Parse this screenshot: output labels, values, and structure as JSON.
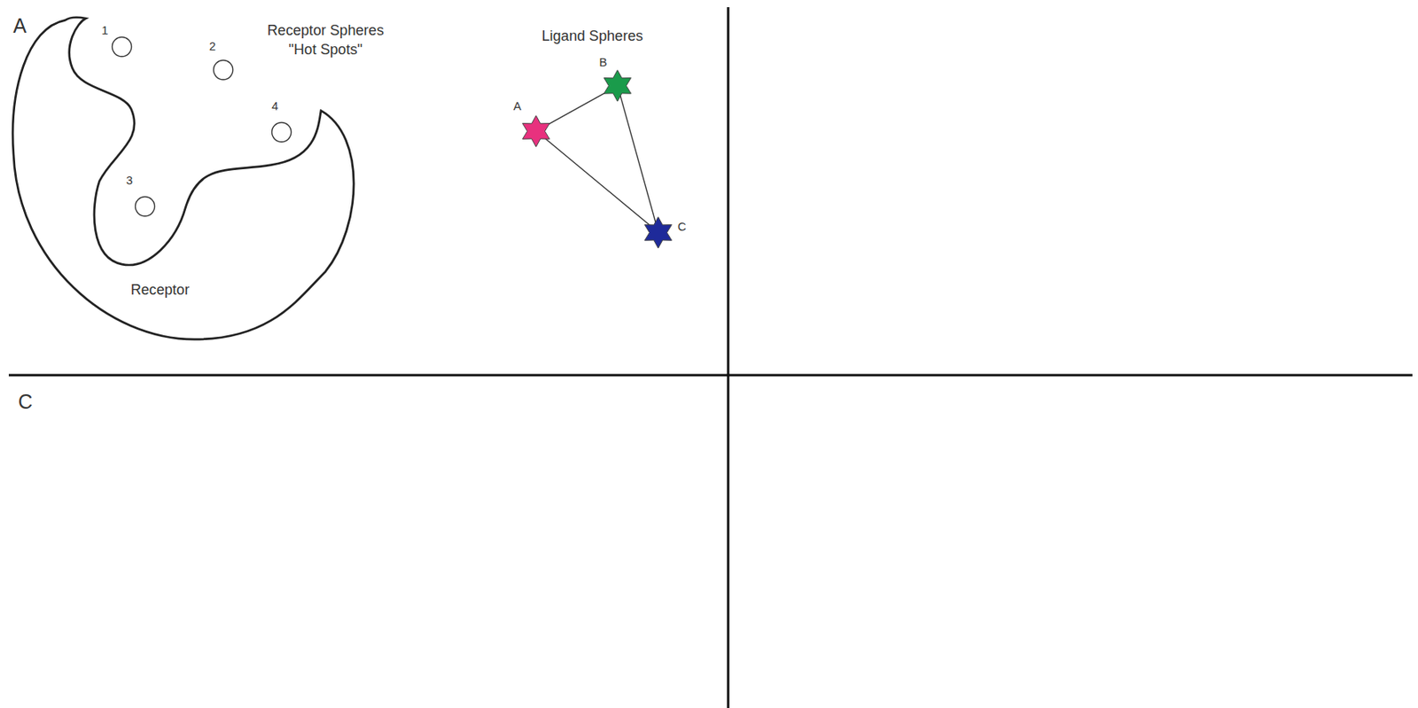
{
  "diagram": {
    "nodes": [
      {
        "text": [
          "Receptor"
        ]
      },
      {
        "text": [
          "1"
        ]
      },
      {
        "text": [
          "2"
        ]
      },
      {
        "text": [
          "4"
        ]
      },
      {
        "text": [
          "3"
        ]
      },
      {
        "text": [
          "A"
        ]
      },
      {
        "text": [
          "B"
        ]
      },
      {
        "text": [
          "C"
        ]
      }
    ],
    "edges": [
      {
        "from": 5,
        "to": 6,
        "arrow": "none"
      },
      {
        "from": 6,
        "to": 7,
        "arrow": "none"
      },
      {
        "from": 5,
        "to": 7,
        "arrow": "none"
      }
    ],
    "labels": [
      "A",
      "Receptor Spheres \"Hot Spots\"",
      "Ligand Spheres",
      "C"
    ]
  }
}
